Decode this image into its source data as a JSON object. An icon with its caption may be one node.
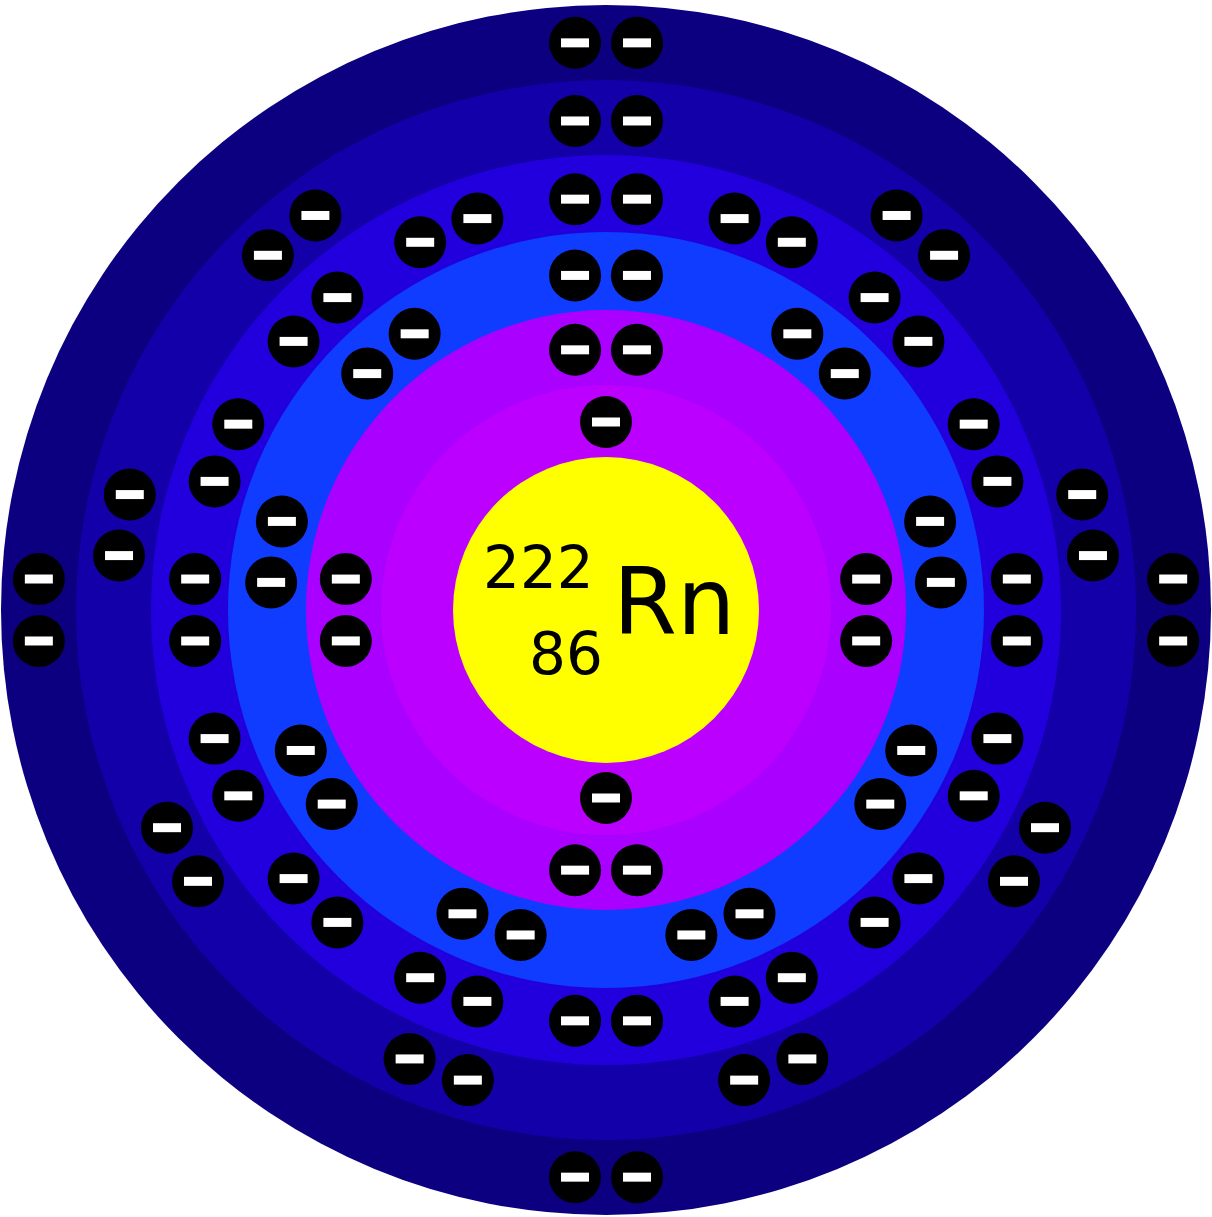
{
  "diagram": {
    "nodes": [
      {
        "text": [
          "222",
          "86",
          "Rn"
        ]
      }
    ]
  }
}
